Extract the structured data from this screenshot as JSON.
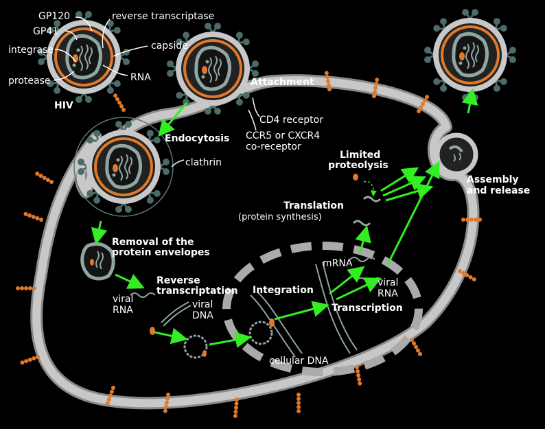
{
  "colors": {
    "background": "#000000",
    "membrane": "#c8c8c8",
    "capsid": "#8fa6a2",
    "matrix": "#e07a2a",
    "arrow": "#33ee22",
    "text": "#ffffff"
  },
  "labels": {
    "gp120": "GP120",
    "gp41": "GP41",
    "integrase": "integrase",
    "protease": "protease",
    "reverse_transcriptase": "reverse transcriptase",
    "capside": "capside",
    "rna": "RNA",
    "hiv": "HIV",
    "attachment": "Attachment",
    "cd4_receptor": "CD4 receptor",
    "coreceptor_line1": "CCR5 or CXCR4",
    "coreceptor_line2": "co-receptor",
    "endocytosis": "Endocytosis",
    "clathrin": "clathrin",
    "removal_line1": "Removal of the",
    "removal_line2": "protein envelopes",
    "viral_rna_1a": "viral",
    "viral_rna_1b": "RNA",
    "reverse_line1": "Reverse",
    "reverse_line2": "transcriptation",
    "viral_dna_a": "viral",
    "viral_dna_b": "DNA",
    "integration": "Integration",
    "cellular_dna": "cellular DNA",
    "transcription": "Transcription",
    "mrna": "mRNA",
    "viral_rna_2a": "viral",
    "viral_rna_2b": "RNA",
    "translation_line1": "Translation",
    "translation_line2": "(protein synthesis)",
    "limited_line1": "Limited",
    "limited_line2": "proteolysis",
    "assembly_line1": "Assembly",
    "assembly_line2": "and release"
  }
}
